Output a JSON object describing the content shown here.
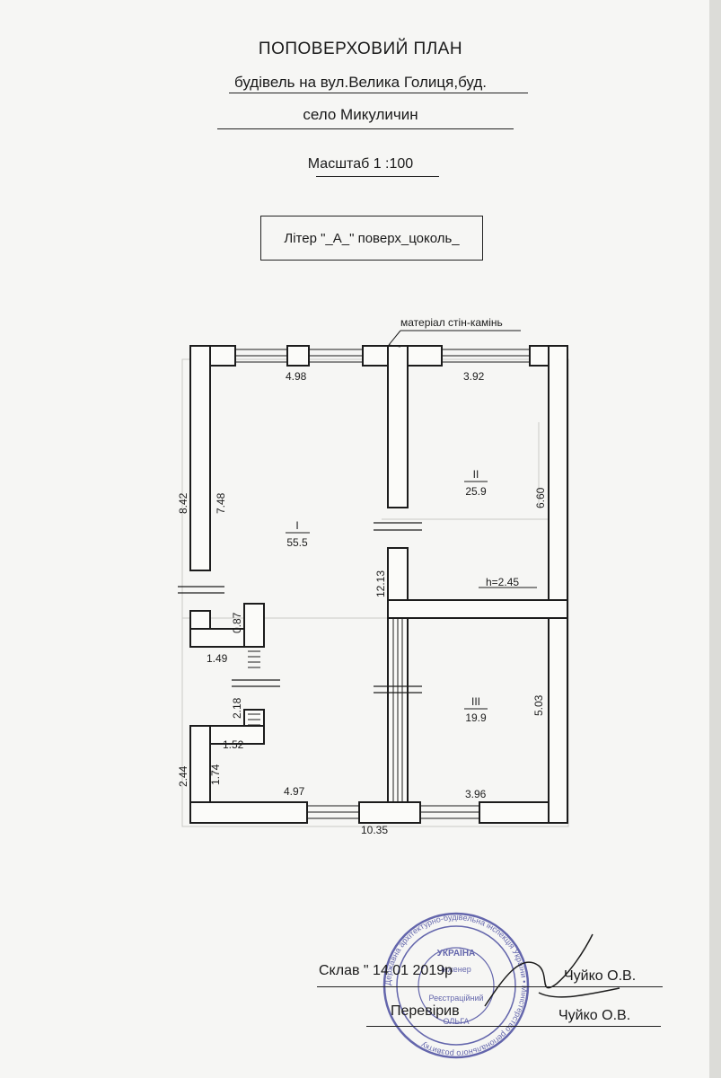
{
  "header": {
    "title": "ПОПОВЕРХОВИЙ ПЛАН",
    "building": "будівель на вул.Велика Голиця,буд.",
    "village": "село Микуличин",
    "scale": "Масштаб 1 :100"
  },
  "liter": "Літер \"_А_\" поверх_цоколь_",
  "plan": {
    "wall_material": "матеріал стін-камінь",
    "dimensions": {
      "top_left": "4.98",
      "top_right": "3.92",
      "left_outer": "8.42",
      "left_inner": "7.48",
      "right_room2": "6.60",
      "center_vertical": "12.13",
      "stair_small": "0.87",
      "stair_width": "1.49",
      "stair_run": "2.18",
      "step_lower": "1.52",
      "left_lower_outer": "2.44",
      "left_lower_inner": "1.74",
      "bottom_left": "4.97",
      "bottom_right": "3.96",
      "bottom_total": "10.35",
      "right_room3": "5.03",
      "height": "h=2.45"
    },
    "rooms": [
      {
        "number": "I",
        "area": "55.5"
      },
      {
        "number": "II",
        "area": "25.9"
      },
      {
        "number": "III",
        "area": "19.9"
      }
    ]
  },
  "footer": {
    "compiled_label": "Склав \" 14   01   2019р",
    "compiled_name": "Чуйко О.В.",
    "checked_label": "Перевірив",
    "checked_name": "Чуйко О.В."
  },
  "stamp": {
    "ring_text": "Державна архітектурно-будівельна інспекція України • Міністерство регіонального розвитку",
    "center_top": "УКРАЇНА",
    "center_mid": "Інженер",
    "center_reg": "Реєстраційний",
    "center_name": "ОЛЬГА",
    "color": "#4b4ea0"
  },
  "colors": {
    "wall": "#1c1c1c",
    "paper": "#f6f6f4"
  }
}
